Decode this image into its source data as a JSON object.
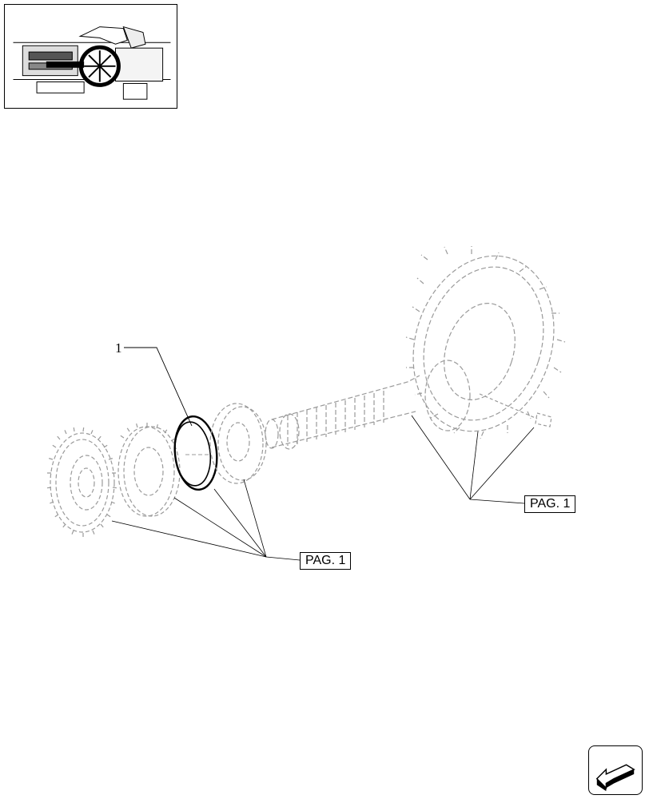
{
  "thumbnail": {
    "icon": "tractor-transmission-locator-icon"
  },
  "diagram": {
    "callout_number": "1",
    "highlighted_part": "ring-icon",
    "ghost_parts": [
      "gear-icon",
      "bearing-icon",
      "shaft-icon",
      "bevel-gear-icon",
      "bolt-icon"
    ],
    "line_color": "#000000",
    "ghost_color": "#9a9a9a"
  },
  "references": {
    "left_label": "PAG. 1",
    "right_label": "PAG. 1"
  },
  "navigation": {
    "icon": "arrow-back-icon"
  }
}
